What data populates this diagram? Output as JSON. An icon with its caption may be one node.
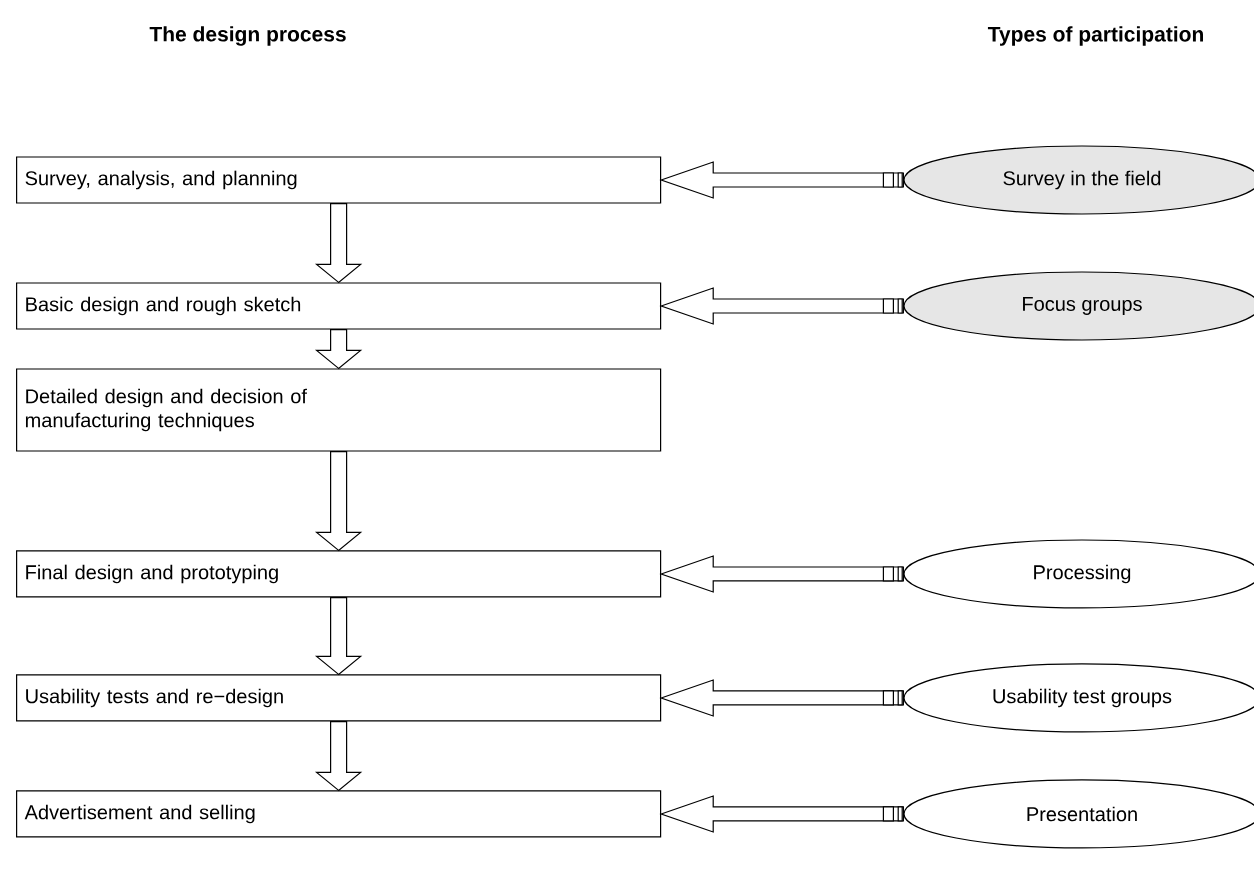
{
  "diagram": {
    "nodes": [
      {
        "text": [
          "Survey, analysis, and planning"
        ]
      },
      {
        "text": [
          "Survey in the field"
        ]
      },
      {
        "text": [
          "Basic design and rough sketch"
        ]
      },
      {
        "text": [
          "Focus groups"
        ]
      },
      {
        "text": [
          "Detailed design and decision of manufacturing techniques"
        ]
      },
      {
        "text": [
          "Final design and prototyping"
        ]
      },
      {
        "text": [
          "Processing"
        ]
      },
      {
        "text": [
          "Usability tests and re−design"
        ]
      },
      {
        "text": [
          "Usability test groups"
        ]
      },
      {
        "text": [
          "Advertisement and selling"
        ]
      },
      {
        "text": [
          "Presentation"
        ]
      }
    ],
    "edges": [
      {
        "from": 0,
        "to": 2,
        "arrow": "to"
      },
      {
        "from": 2,
        "to": 4,
        "arrow": "to"
      },
      {
        "from": 4,
        "to": 5,
        "arrow": "to"
      },
      {
        "from": 5,
        "to": 7,
        "arrow": "to"
      },
      {
        "from": 7,
        "to": 9,
        "arrow": "to"
      },
      {
        "from": 1,
        "to": 0,
        "arrow": "to"
      },
      {
        "from": 3,
        "to": 2,
        "arrow": "to"
      },
      {
        "from": 6,
        "to": 5,
        "arrow": "to"
      },
      {
        "from": 8,
        "to": 7,
        "arrow": "to"
      },
      {
        "from": 10,
        "to": 9,
        "arrow": "to"
      }
    ],
    "labels": [
      "The design process",
      "Types of participation"
    ]
  }
}
